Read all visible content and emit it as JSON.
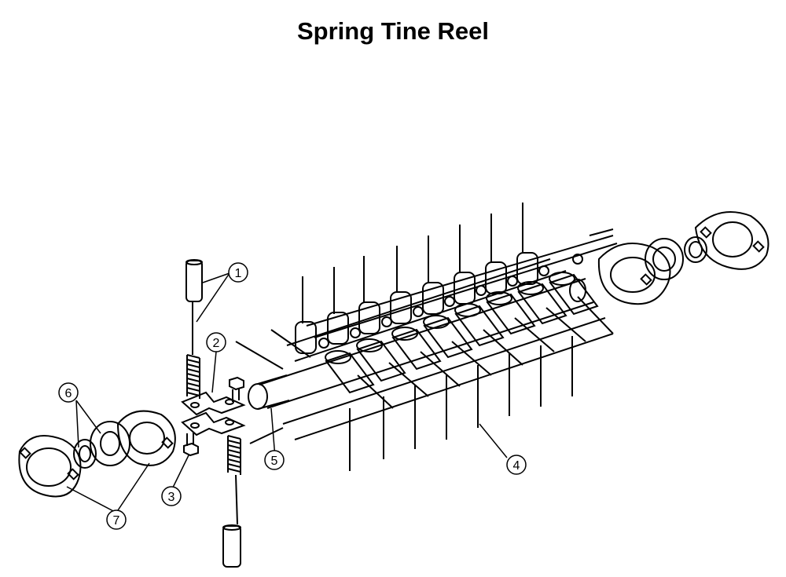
{
  "title": "Spring Tine Reel",
  "callouts": [
    {
      "id": "1",
      "label": "1"
    },
    {
      "id": "2",
      "label": "2"
    },
    {
      "id": "3",
      "label": "3"
    },
    {
      "id": "4",
      "label": "4"
    },
    {
      "id": "5",
      "label": "5"
    },
    {
      "id": "6",
      "label": "6"
    },
    {
      "id": "7",
      "label": "7"
    }
  ],
  "colors": {
    "line": "#000000",
    "background": "#ffffff"
  }
}
